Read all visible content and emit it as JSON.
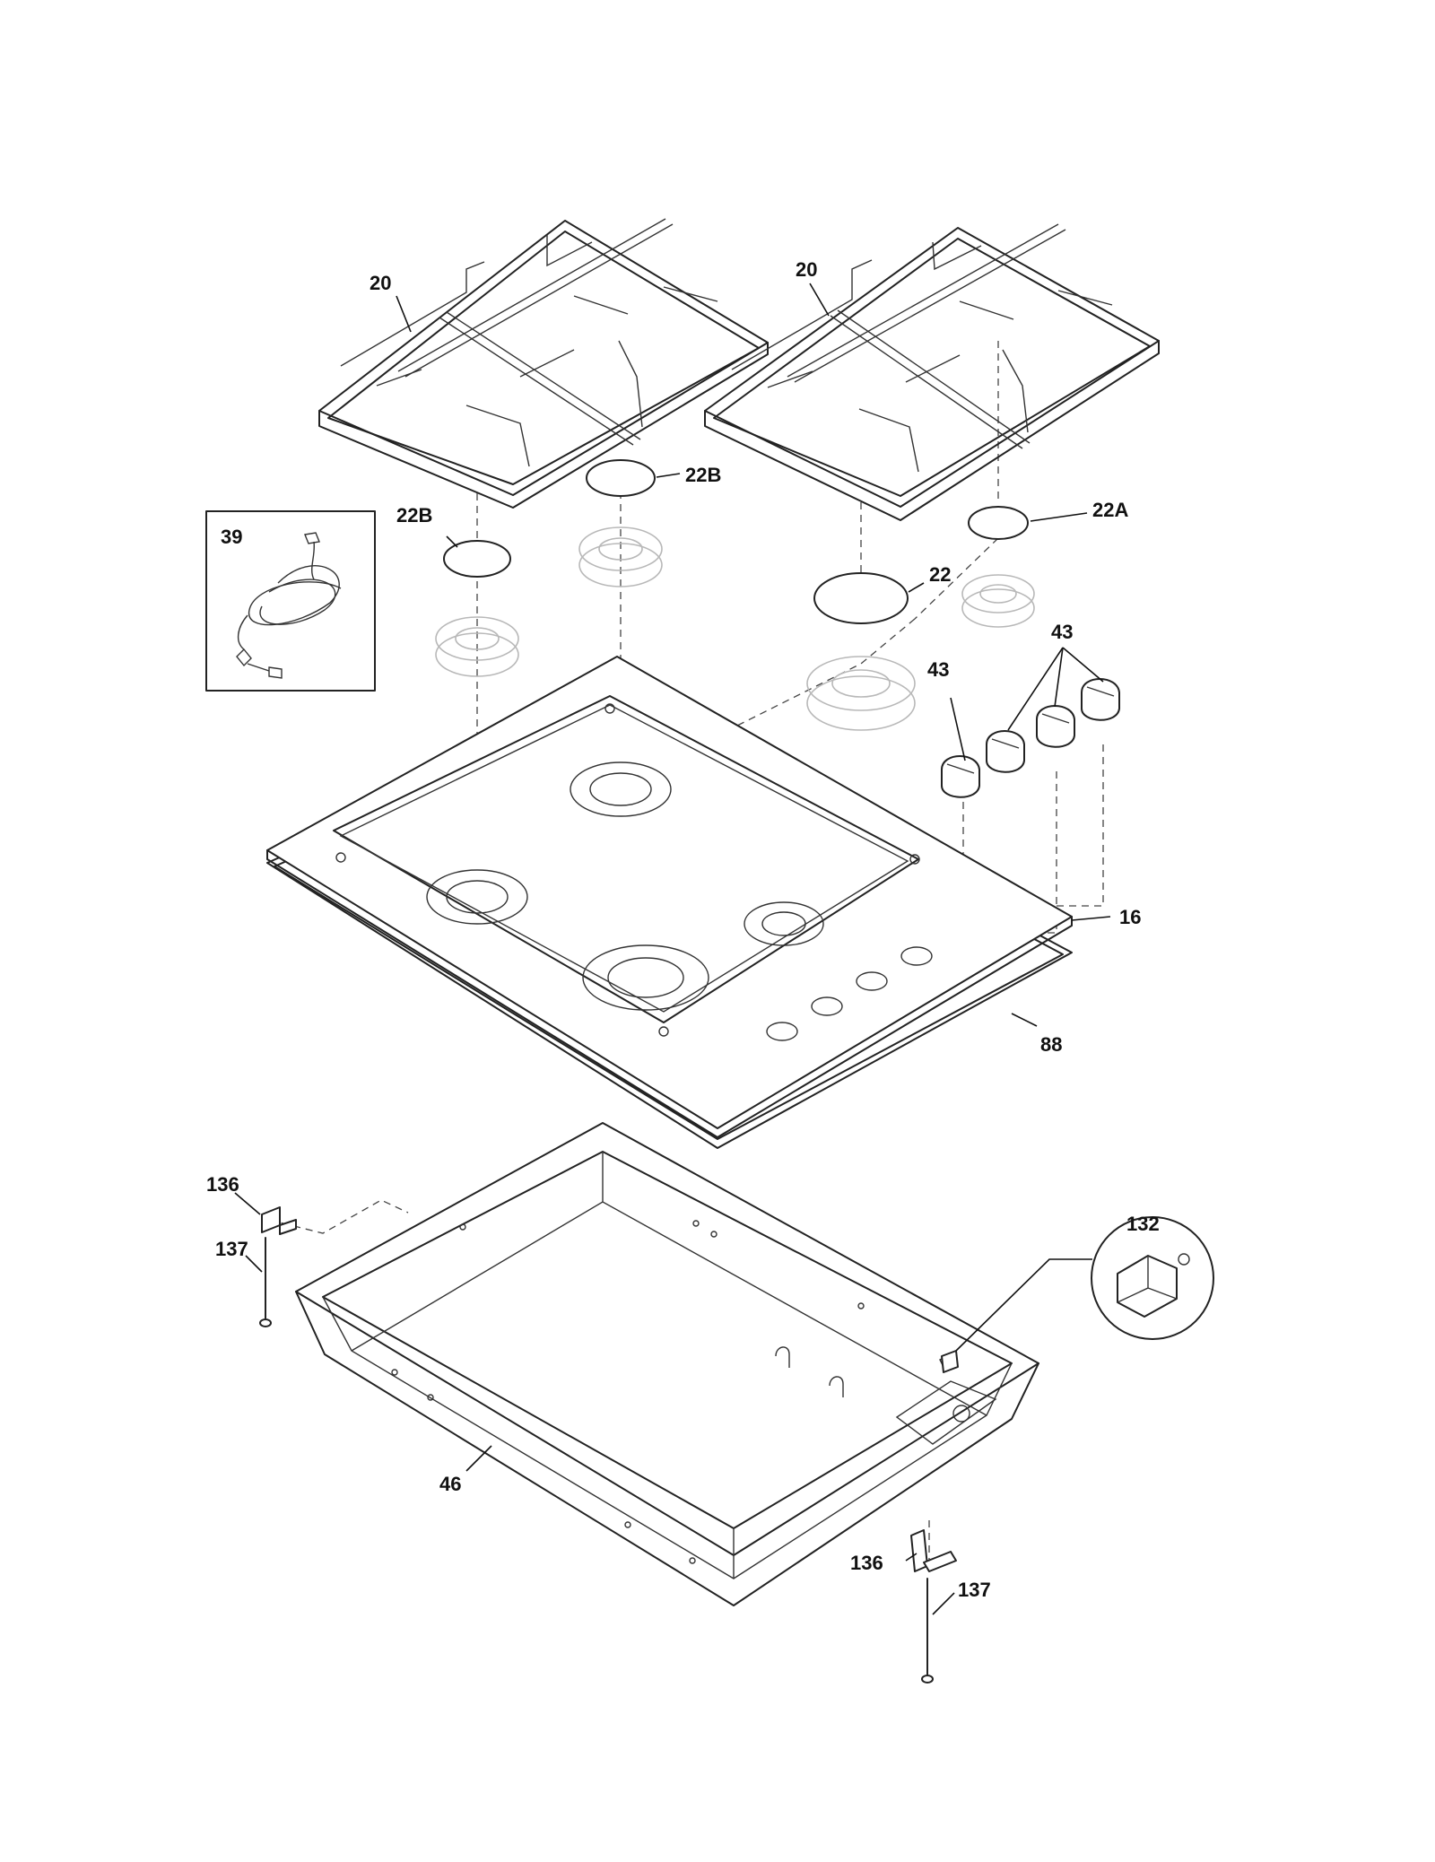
{
  "callouts": {
    "grate_left": "20",
    "grate_right": "20",
    "cap_22b_top": "22B",
    "cap_22b_left": "22B",
    "cap_22a": "22A",
    "cap_22": "22",
    "power_cord": "39",
    "knob_single": "43",
    "knob_group": "43",
    "cooktop": "16",
    "gasket": "88",
    "bracket_left": "136",
    "screw_left": "137",
    "bracket_right": "136",
    "screw_right": "137",
    "spark_module": "132",
    "burner_box": "46"
  }
}
